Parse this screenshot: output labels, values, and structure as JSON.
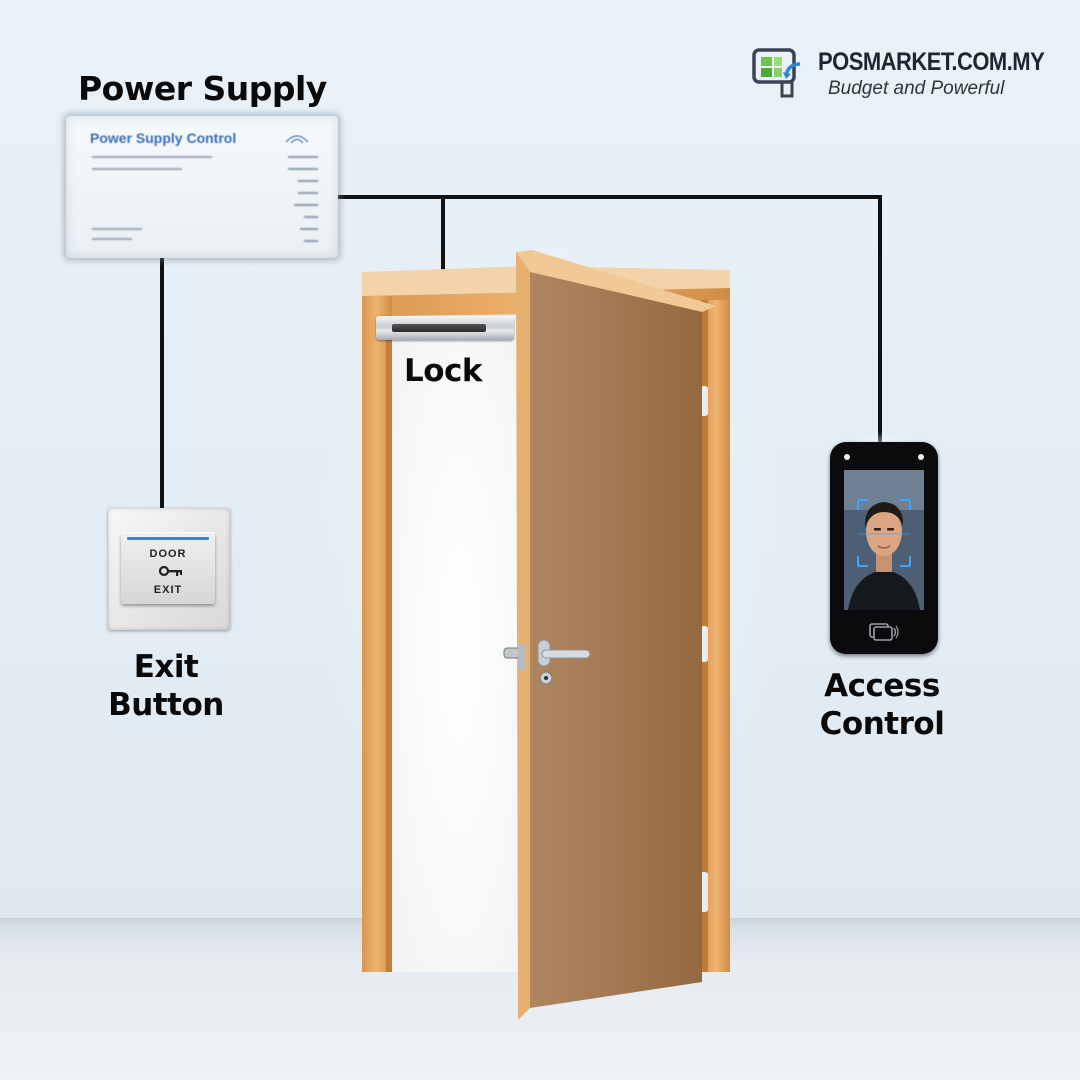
{
  "labels": {
    "power_supply": "Power Supply",
    "lock": "Lock",
    "exit_button_line1": "Exit",
    "exit_button_line2": "Button",
    "access_control_line1": "Access",
    "access_control_line2": "Control"
  },
  "logo": {
    "name": "POSMARKET.COM.MY",
    "tagline": "Budget and Powerful"
  },
  "psu": {
    "title": "Power Supply Control"
  },
  "exit_button": {
    "top_text": "DOOR",
    "bottom_text": "EXIT"
  },
  "colors": {
    "wire": "#111111",
    "label_text": "#0a0a0a",
    "door_leaf": "#a37852",
    "door_frame": "#e3a560",
    "psu_accent": "#3b6fb5",
    "exit_indicator": "#3d87c4"
  },
  "icons": {
    "key": "key-icon",
    "card_reader": "rfid-card-icon",
    "logo": "pos-terminal-icon"
  }
}
